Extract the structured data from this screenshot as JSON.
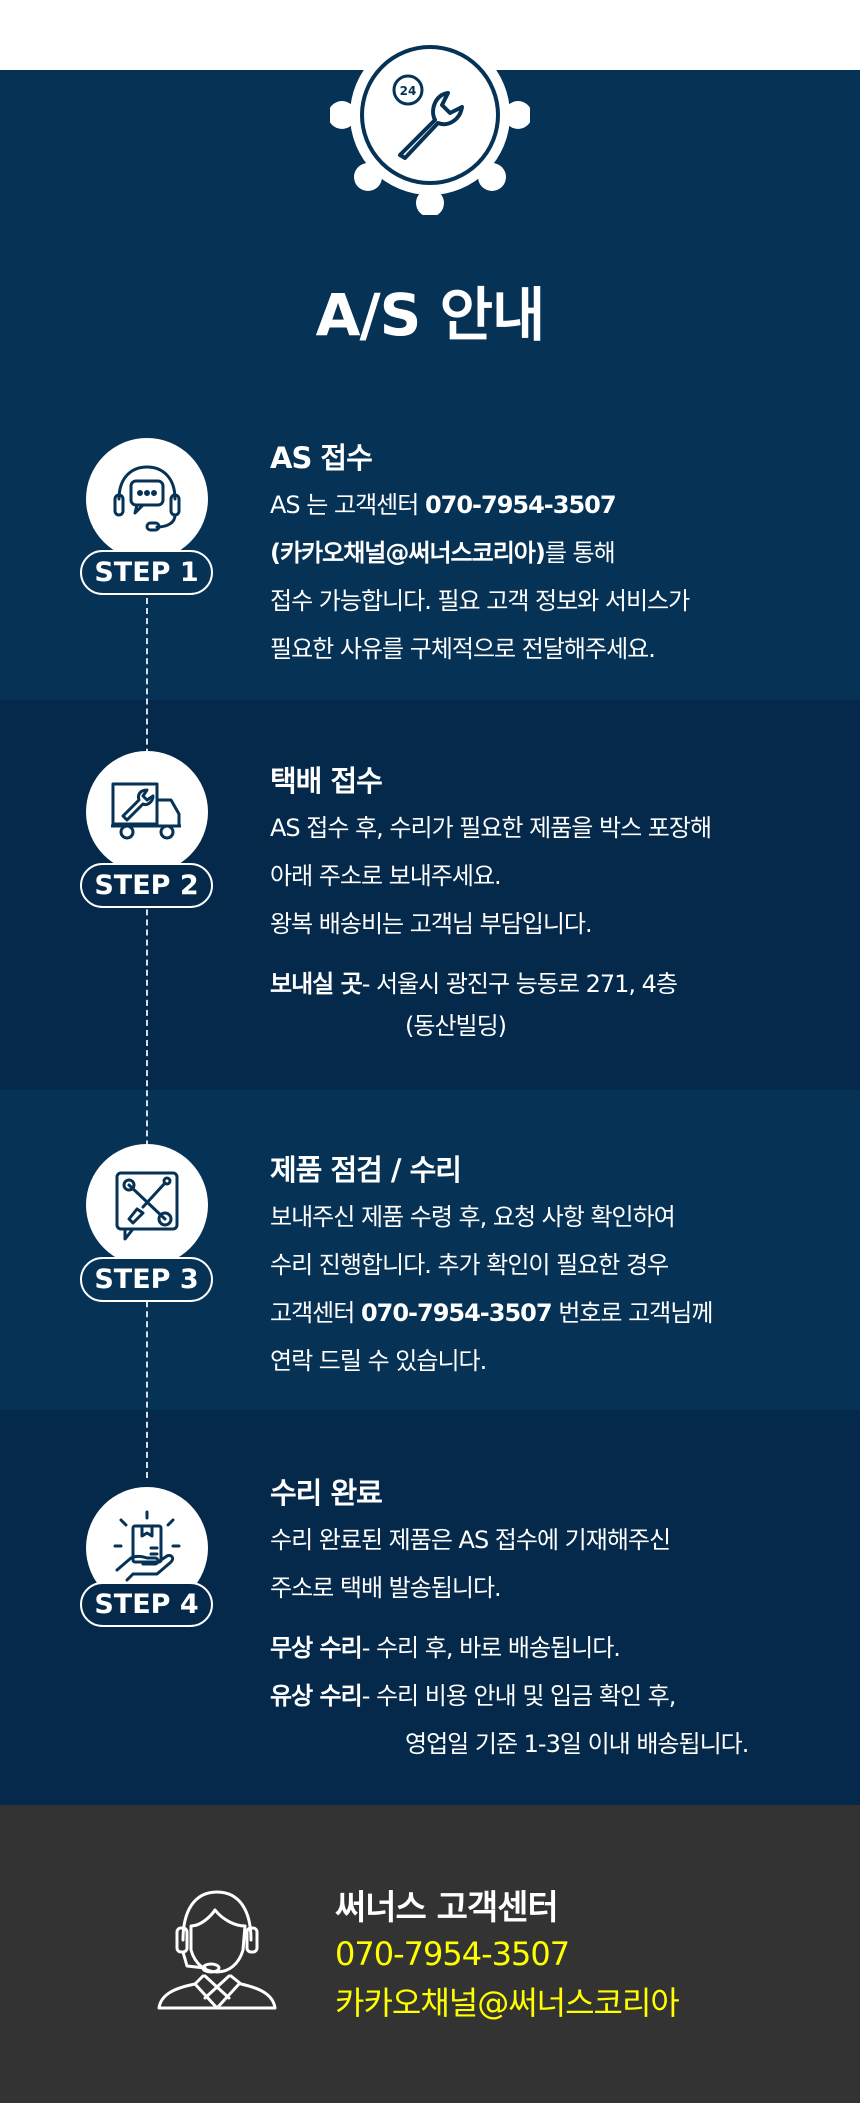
{
  "header": {
    "title": "A/S 안내",
    "icon": "24h-wrench-gear-icon"
  },
  "steps": [
    {
      "badge": "STEP 1",
      "icon": "headset-chat-icon",
      "title": "AS 접수",
      "line1_pre": "AS 는 고객센터 ",
      "line1_bold": "070-7954-3507",
      "line2_bold": "(카카오채널@써너스코리아)",
      "line2_post": "를 통해",
      "line3": "접수 가능합니다. 필요 고객 정보와 서비스가",
      "line4": "필요한 사유를 구체적으로 전달해주세요."
    },
    {
      "badge": "STEP 2",
      "icon": "repair-truck-icon",
      "title": "택배 접수",
      "line1": "AS 접수 후, 수리가 필요한 제품을 박스 포장해",
      "line2": "아래 주소로 보내주세요.",
      "line3": "왕복 배송비는 고객님 부담입니다.",
      "address_label": "보내실 곳",
      "address_line1": " - 서울시 광진구 능동로 271, 4층",
      "address_line2": "(동산빌딩)"
    },
    {
      "badge": "STEP 3",
      "icon": "tools-message-icon",
      "title": "제품 점검 / 수리",
      "line1": "보내주신 제품 수령 후, 요청 사항 확인하여",
      "line2": "수리 진행합니다. 추가 확인이 필요한 경우",
      "line3_pre": "고객센터 ",
      "line3_bold": "070-7954-3507",
      "line3_post": " 번호로 고객님께",
      "line4": "연락 드릴 수 있습니다."
    },
    {
      "badge": "STEP 4",
      "icon": "hand-package-icon",
      "title": "수리 완료",
      "line1": "수리 완료된 제품은 AS 접수에 기재해주신",
      "line2": "주소로 택배 발송됩니다.",
      "free_label": "무상 수리",
      "free_text": " - 수리 후, 바로 배송됩니다.",
      "paid_label": "유상 수리",
      "paid_text1": " - 수리 비용 안내 및 입금 확인 후,",
      "paid_text2": "영업일 기준 1-3일 이내 배송됩니다."
    }
  ],
  "footer": {
    "title": "써너스 고객센터",
    "phone": "070-7954-3507",
    "kakao": "카카오채널@써너스코리아",
    "icon": "customer-agent-icon"
  },
  "colors": {
    "navy": "#063256",
    "navy_dark": "#05294a",
    "footer": "#333333",
    "accent": "#ffff00"
  }
}
